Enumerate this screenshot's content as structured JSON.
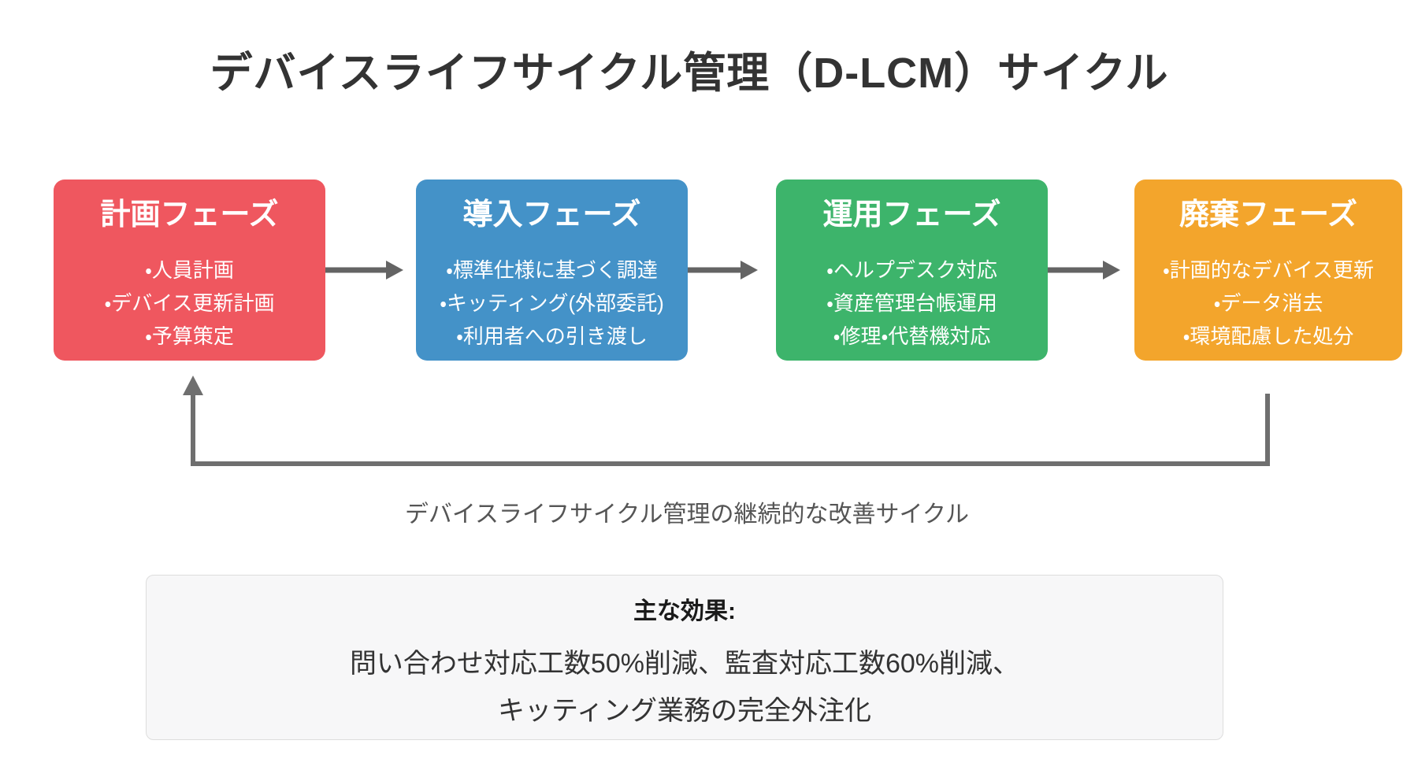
{
  "title": "デバイスライフサイクル管理（D-LCM）サイクル",
  "phases": [
    {
      "name": "計画フェーズ",
      "color": "#EF575F",
      "items": [
        "・人員計画",
        "・デバイス更新計画",
        "・予算策定"
      ]
    },
    {
      "name": "導入フェーズ",
      "color": "#4492C8",
      "items": [
        "・標準仕様に基づく調達",
        "・キッティング(外部委託)",
        "・利用者への引き渡し"
      ]
    },
    {
      "name": "運用フェーズ",
      "color": "#3DB46B",
      "items": [
        "・ヘルプデスク対応",
        "・資産管理台帳運用",
        "・修理・代替機対応"
      ]
    },
    {
      "name": "廃棄フェーズ",
      "color": "#F3A52C",
      "items": [
        "・計画的なデバイス更新",
        "・データ消去",
        "・環境配慮した処分"
      ]
    }
  ],
  "loop_caption": "デバイスライフサイクル管理の継続的な改善サイクル",
  "effects": {
    "heading": "主な効果:",
    "line1": "問い合わせ対応工数50%削減、監査対応工数60%削減、",
    "line2": "キッティング業務の完全外注化"
  },
  "colors": {
    "flow_arrow": "#646464",
    "loop_arrow": "#6F6F6F",
    "title_text": "#333333",
    "caption_text": "#555555",
    "effects_background": "#F7F7F8",
    "effects_border": "#DDDDDD"
  }
}
